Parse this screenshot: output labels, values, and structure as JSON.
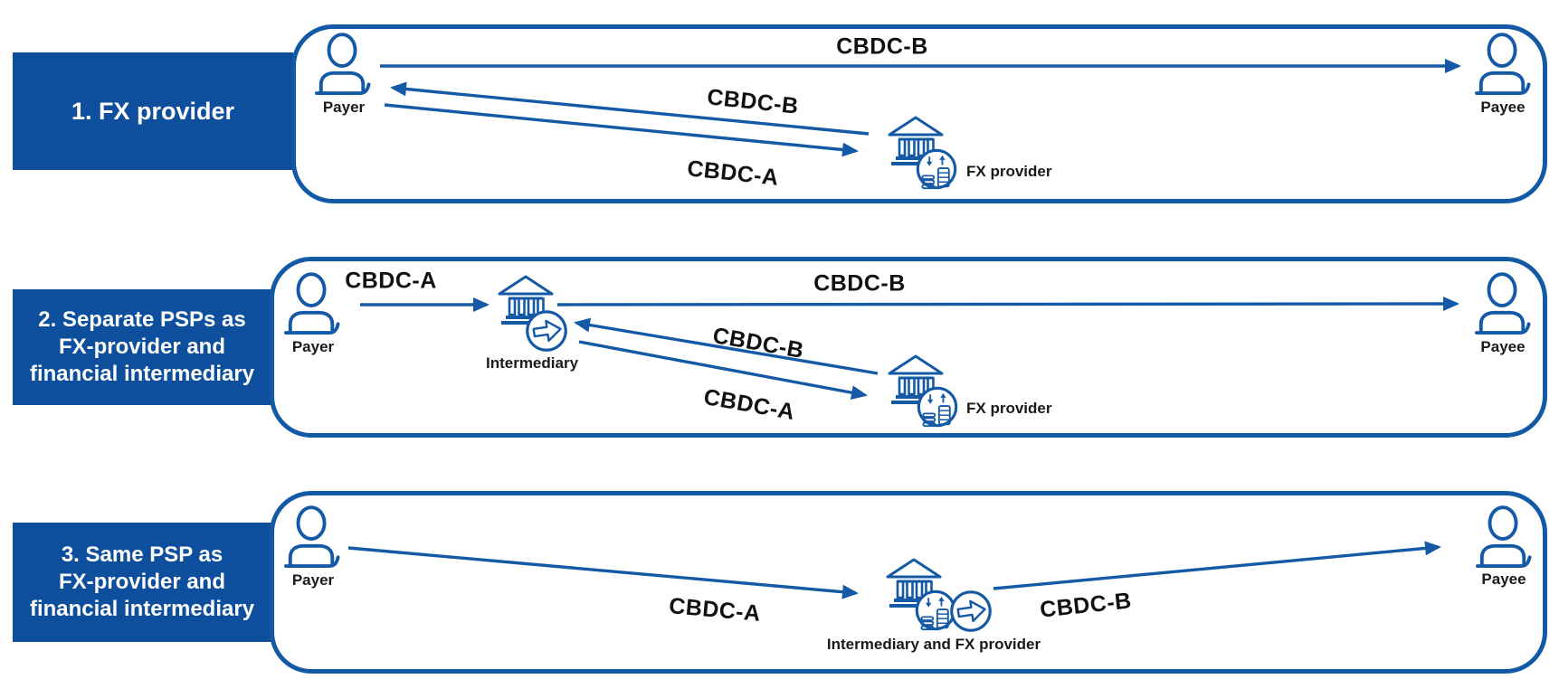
{
  "figure": {
    "colors": {
      "blue": "#1459a6",
      "box_blue": "#0d4e9d",
      "label_text": "#1a1a1a"
    },
    "rows": [
      {
        "label_lines": [
          "1. FX provider"
        ],
        "payer_label": "Payer",
        "payee_label": "Payee",
        "arrow_labels": {
          "top": "CBDC-B",
          "return": "CBDC-B",
          "send": "CBDC-A"
        },
        "institution": {
          "fx_label": "FX provider"
        }
      },
      {
        "label_lines": [
          "2. Separate PSPs as",
          "FX-provider and",
          "financial intermediary"
        ],
        "payer_label": "Payer",
        "payee_label": "Payee",
        "arrow_labels": {
          "to_intermediary": "CBDC-A",
          "top": "CBDC-B",
          "return": "CBDC-B",
          "send": "CBDC-A"
        },
        "institution": {
          "intermediary_label": "Intermediary",
          "fx_label": "FX provider"
        }
      },
      {
        "label_lines": [
          "3. Same PSP as",
          "FX-provider and",
          "financial intermediary"
        ],
        "payer_label": "Payer",
        "payee_label": "Payee",
        "arrow_labels": {
          "send": "CBDC-A",
          "deliver": "CBDC-B"
        },
        "institution": {
          "combined_label": "Intermediary and FX provider"
        }
      }
    ]
  }
}
